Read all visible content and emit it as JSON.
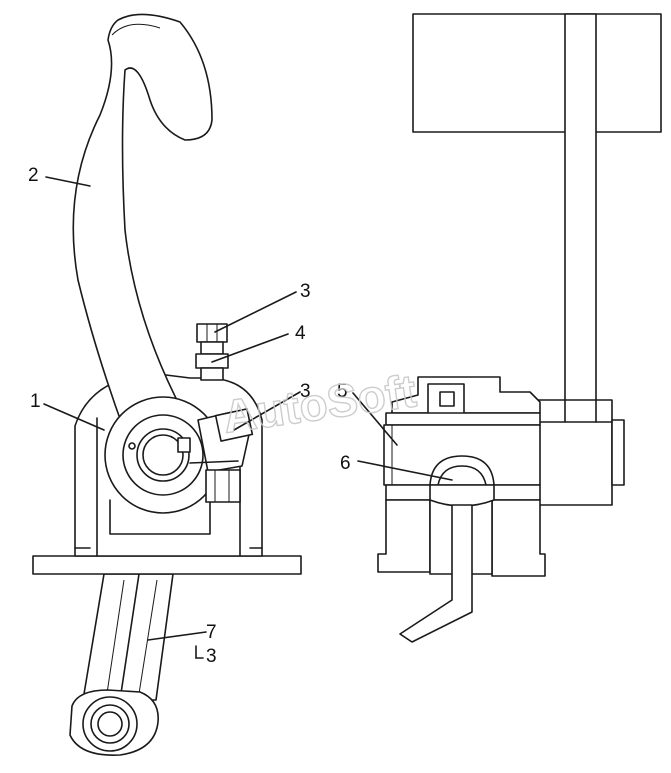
{
  "watermark": "AutoSoft",
  "callouts": [
    {
      "id": "1",
      "text": "1"
    },
    {
      "id": "2",
      "text": "2"
    },
    {
      "id": "3a",
      "text": "3"
    },
    {
      "id": "4",
      "text": "4"
    },
    {
      "id": "3b",
      "text": "3"
    },
    {
      "id": "5",
      "text": "5"
    },
    {
      "id": "6",
      "text": "6"
    },
    {
      "id": "7",
      "text": "7"
    },
    {
      "id": "3c",
      "text": "3"
    }
  ],
  "colors": {
    "line": "#1a1a1a",
    "background": "#ffffff",
    "watermark": "#c8c8c8"
  }
}
